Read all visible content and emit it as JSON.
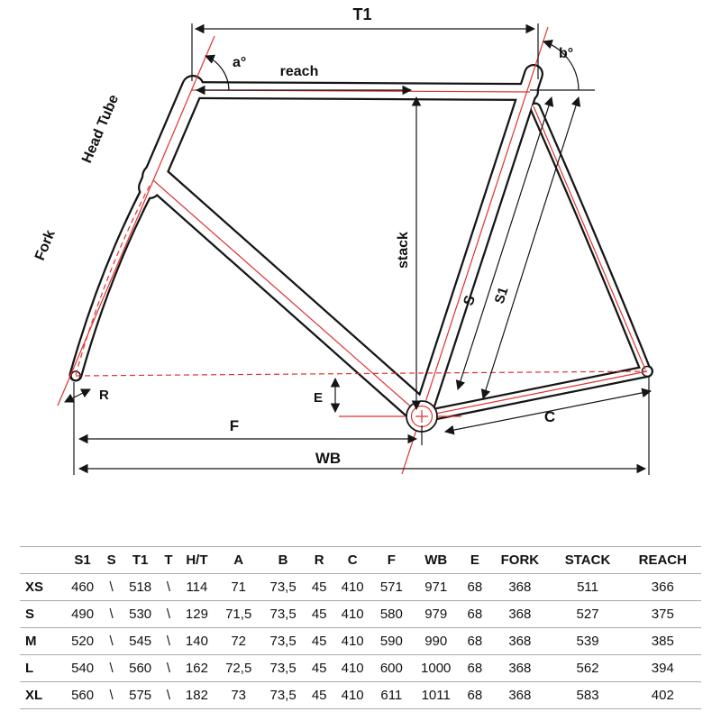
{
  "diagram": {
    "labels": {
      "t1": "T1",
      "a_angle": "a°",
      "b_angle": "b°",
      "reach": "reach",
      "head_tube": "Head Tube",
      "fork": "Fork",
      "stack": "stack",
      "s": "S",
      "s1": "S1",
      "r": "R",
      "e": "E",
      "f": "F",
      "c": "C",
      "wb": "WB"
    },
    "colors": {
      "frame": "#151515",
      "measure": "#e03131"
    }
  },
  "table": {
    "columns": [
      "S1",
      "S",
      "T1",
      "T",
      "H/T",
      "A",
      "B",
      "R",
      "C",
      "F",
      "WB",
      "E",
      "FORK",
      "STACK",
      "REACH"
    ],
    "rows": [
      {
        "size": "XS",
        "values": [
          "460",
          "\\",
          "518",
          "\\",
          "114",
          "71",
          "73,5",
          "45",
          "410",
          "571",
          "971",
          "68",
          "368",
          "511",
          "366"
        ]
      },
      {
        "size": "S",
        "values": [
          "490",
          "\\",
          "530",
          "\\",
          "129",
          "71,5",
          "73,5",
          "45",
          "410",
          "580",
          "979",
          "68",
          "368",
          "527",
          "375"
        ]
      },
      {
        "size": "M",
        "values": [
          "520",
          "\\",
          "545",
          "\\",
          "140",
          "72",
          "73,5",
          "45",
          "410",
          "590",
          "990",
          "68",
          "368",
          "539",
          "385"
        ]
      },
      {
        "size": "L",
        "values": [
          "540",
          "\\",
          "560",
          "\\",
          "162",
          "72,5",
          "73,5",
          "45",
          "410",
          "600",
          "1000",
          "68",
          "368",
          "562",
          "394"
        ]
      },
      {
        "size": "XL",
        "values": [
          "560",
          "\\",
          "575",
          "\\",
          "182",
          "73",
          "73,5",
          "45",
          "410",
          "611",
          "1011",
          "68",
          "368",
          "583",
          "402"
        ]
      }
    ]
  }
}
